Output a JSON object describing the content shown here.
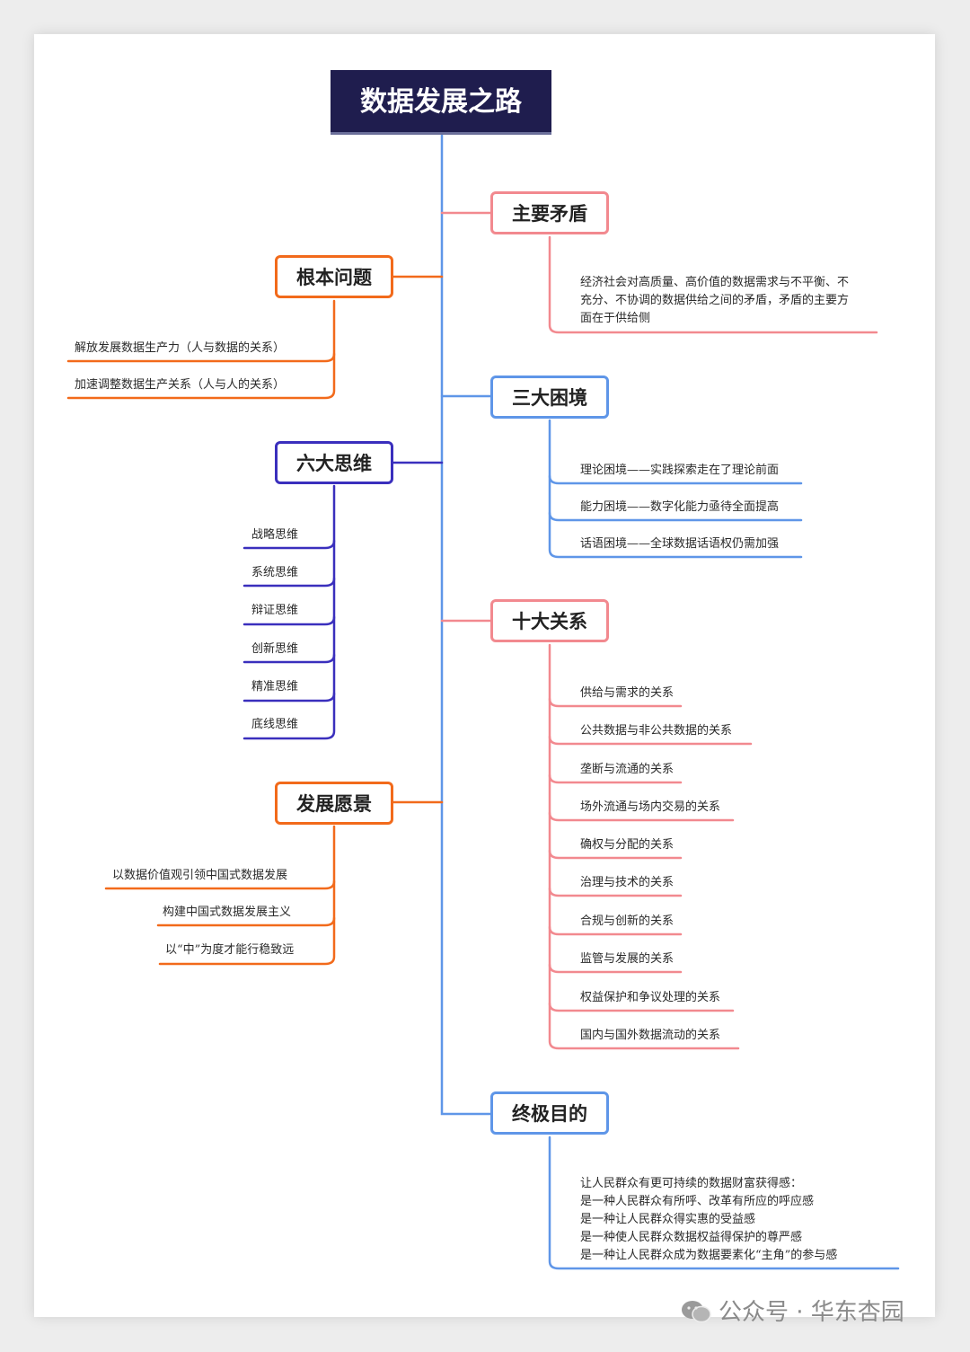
{
  "title": "数据发展之路",
  "right_branches": [
    {
      "label": "主要矛盾",
      "color": "#f2898f",
      "paragraph": [
        "经济社会对高质量、高价值的数据需求与不平衡、不",
        "充分、不协调的数据供给之间的矛盾，矛盾的主要方",
        "面在于供给侧"
      ]
    },
    {
      "label": "三大困境",
      "color": "#5f96e8",
      "items": [
        "理论困境——实践探索走在了理论前面",
        "能力困境——数字化能力亟待全面提高",
        "话语困境——全球数据话语权仍需加强"
      ]
    },
    {
      "label": "十大关系",
      "color": "#f2898f",
      "items": [
        "供给与需求的关系",
        "公共数据与非公共数据的关系",
        "垄断与流通的关系",
        "场外流通与场内交易的关系",
        "确权与分配的关系",
        "治理与技术的关系",
        "合规与创新的关系",
        "监管与发展的关系",
        "权益保护和争议处理的关系",
        "国内与国外数据流动的关系"
      ]
    },
    {
      "label": "终极目的",
      "color": "#5f96e8",
      "paragraph": [
        "让人民群众有更可持续的数据财富获得感：",
        "是一种人民群众有所呼、改革有所应的呼应感",
        "是一种让人民群众得实惠的受益感",
        "是一种使人民群众数据权益得保护的尊严感",
        "是一种让人民群众成为数据要素化“主角”的参与感"
      ]
    }
  ],
  "left_branches": [
    {
      "label": "根本问题",
      "color": "#f26a1b",
      "items": [
        "解放发展数据生产力（人与数据的关系）",
        "加速调整数据生产关系（人与人的关系）"
      ]
    },
    {
      "label": "六大思维",
      "color": "#3a2fbd",
      "items": [
        "战略思维",
        "系统思维",
        "辩证思维",
        "创新思维",
        "精准思维",
        "底线思维"
      ]
    },
    {
      "label": "发展愿景",
      "color": "#f26a1b",
      "items": [
        "以数据价值观引领中国式数据发展",
        "构建中国式数据发展主义",
        "以“中”为度才能行稳致远"
      ]
    }
  ],
  "spine_color": "#5f96e8",
  "watermark": "公众号 · 华东杏园"
}
